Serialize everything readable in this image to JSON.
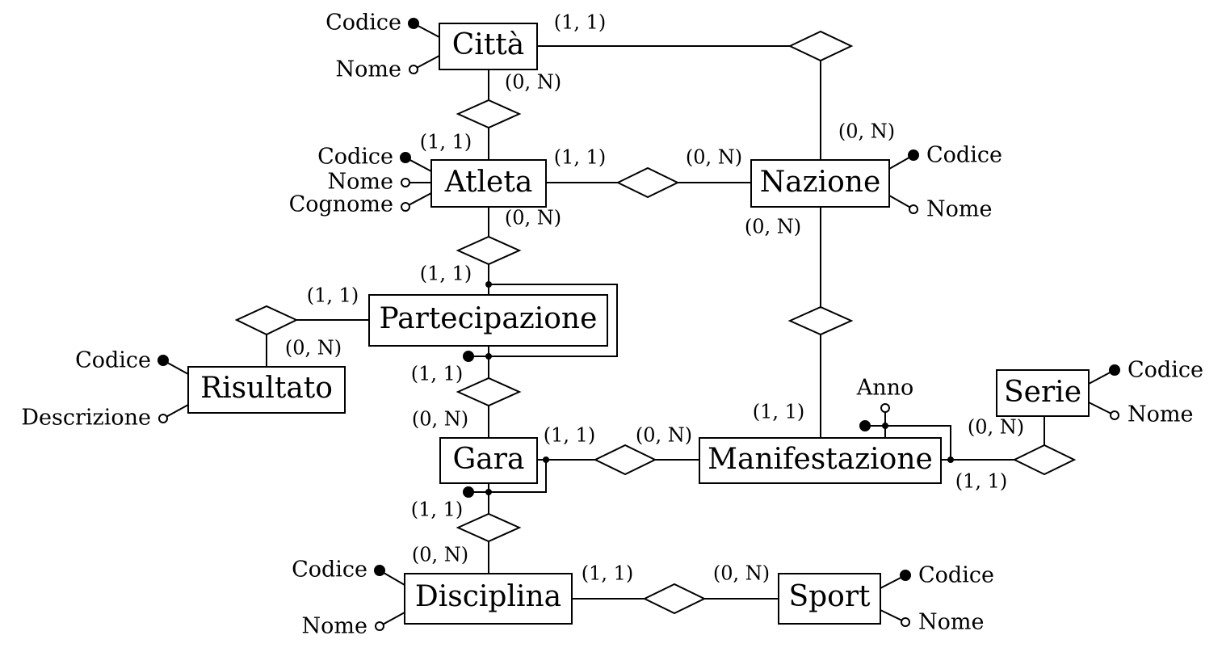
{
  "entities": {
    "citta": "Città",
    "atleta": "Atleta",
    "nazione": "Nazione",
    "partecipazione": "Partecipazione",
    "risultato": "Risultato",
    "gara": "Gara",
    "manifestazione": "Manifestazione",
    "serie": "Serie",
    "disciplina": "Disciplina",
    "sport": "Sport"
  },
  "attributes": {
    "citta_codice": "Codice",
    "citta_nome": "Nome",
    "atleta_codice": "Codice",
    "atleta_nome": "Nome",
    "atleta_cognome": "Cognome",
    "nazione_codice": "Codice",
    "nazione_nome": "Nome",
    "risultato_codice": "Codice",
    "risultato_descrizione": "Descrizione",
    "manifestazione_anno": "Anno",
    "serie_codice": "Codice",
    "serie_nome": "Nome",
    "disciplina_codice": "Codice",
    "disciplina_nome": "Nome",
    "sport_codice": "Codice",
    "sport_nome": "Nome"
  },
  "cardinalities": {
    "citta_nazione_citta": "(1, 1)",
    "citta_atleta_citta": "(0, N)",
    "citta_atleta_atleta": "(1, 1)",
    "atleta_nazione_atleta": "(1, 1)",
    "atleta_nazione_nazione": "(0, N)",
    "citta_nazione_nazione": "(0, N)",
    "atleta_partecipazione_atleta": "(0, N)",
    "atleta_partecipazione_partecipazione": "(1, 1)",
    "nazione_manifestazione_nazione": "(0, N)",
    "partecipazione_risultato_partecipazione": "(1, 1)",
    "partecipazione_risultato_risultato": "(0, N)",
    "partecipazione_gara_partecipazione": "(1, 1)",
    "partecipazione_gara_gara": "(0, N)",
    "nazione_manifestazione_manifestazione": "(1, 1)",
    "gara_manifestazione_gara": "(1, 1)",
    "gara_manifestazione_manifestazione": "(0, N)",
    "manifestazione_serie_serie": "(0, N)",
    "manifestazione_serie_manifestazione": "(1, 1)",
    "gara_disciplina_gara": "(1, 1)",
    "gara_disciplina_disciplina": "(0, N)",
    "disciplina_sport_disciplina": "(1, 1)",
    "disciplina_sport_sport": "(0, N)"
  }
}
